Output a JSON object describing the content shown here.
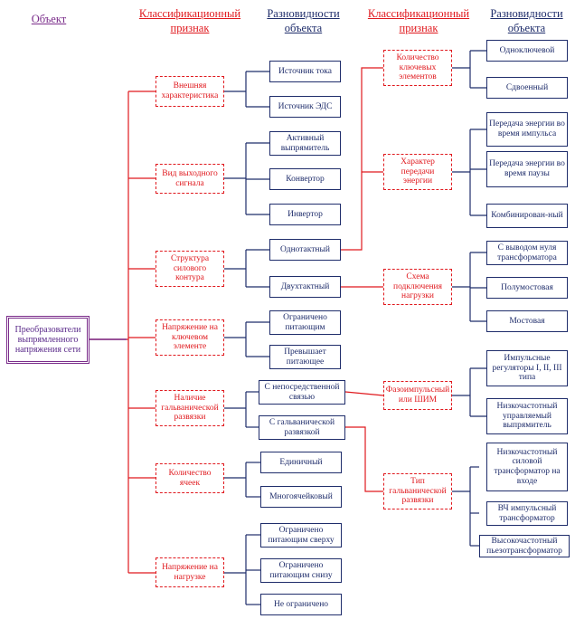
{
  "headers": {
    "object": "Объект",
    "class1": "Классификационный признак",
    "var1": "Разновидности объекта",
    "class2": "Классификационный признак",
    "var2": "Разновидности объекта"
  },
  "root": "Преобразователи выпрямленного напряжения сети",
  "c1": {
    "outer": "Внешняя характеристика",
    "signal": "Вид выходного сигнала",
    "structure": "Структура силового контура",
    "key_voltage": "Напряжение на ключевом элементе",
    "galvanic": "Наличие гальванической развязки",
    "cells": "Количество ячеек",
    "load_voltage": "Напряжение на нагрузке"
  },
  "v1": {
    "current_source": "Источник тока",
    "emf_source": "Источник ЭДС",
    "active_rect": "Активный выпрямитель",
    "converter": "Конвертор",
    "inverter": "Инвертор",
    "single_stroke": "Однотактный",
    "push_pull": "Двухтактный",
    "limited_supply": "Ограничено питающим",
    "exceeds_supply": "Превышает питающее",
    "direct_link": "С непосредственной связью",
    "galv_isolation": "С гальванической развязкой",
    "single": "Единичный",
    "multi_cell": "Многоячейковый",
    "limited_above": "Ограничено питающим сверху",
    "limited_below": "Ограничено питающим снизу",
    "unlimited": "Не ограничено"
  },
  "c2": {
    "key_count": "Количество ключевых элементов",
    "energy_transfer": "Характер передачи энергии",
    "load_scheme": "Схема подключения нагрузки",
    "phase_pwm": "Фазоимпульсный или ШИМ",
    "galv_type": "Тип гальванической развязки"
  },
  "v2": {
    "one_key": "Одноключевой",
    "dual": "Сдвоенный",
    "transfer_pulse": "Передача энергии во время импульса",
    "transfer_pause": "Передача энергии во время паузы",
    "combined": "Комбинирован-ный",
    "transformer_tap": "С выводом нуля трансформатора",
    "half_bridge": "Полумостовая",
    "bridge": "Мостовая",
    "pulse_regulators": "Импульсные регуляторы I, II, III типа",
    "lf_rectifier": "Низкочастотный управляемый выпрямитель",
    "lf_transformer": "Низкочастотный силовой трансформатор на входе",
    "hf_transformer": "ВЧ импульсный трансформатор",
    "piezo": "Высокочастотный пьезотрансформатор"
  },
  "colors": {
    "blue": "#1f2d6b",
    "red": "#e0191e",
    "purple": "#7a2c8a"
  }
}
